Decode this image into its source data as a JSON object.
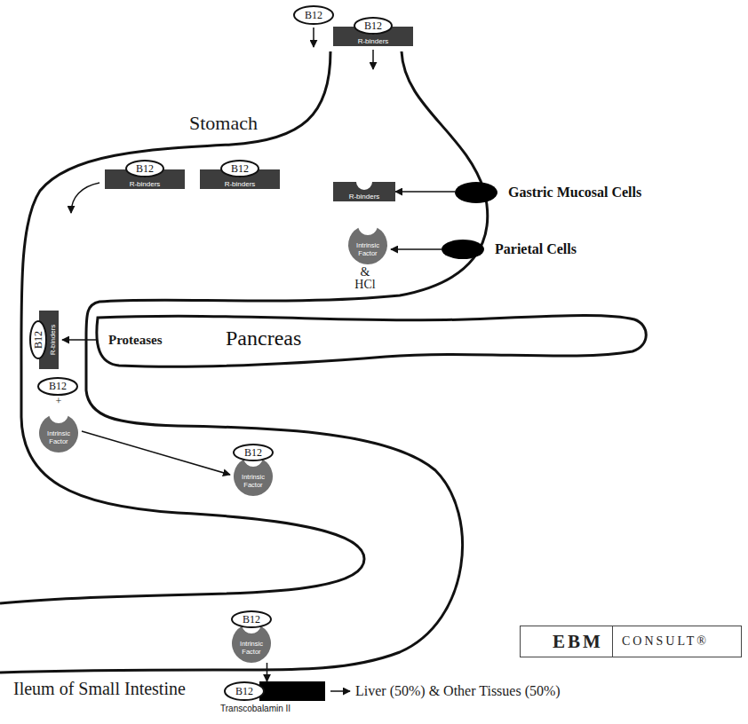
{
  "diagram": {
    "nodes": [
      {
        "text": [
          "B12"
        ]
      },
      {
        "text": [
          "B12"
        ]
      },
      {
        "text": [
          "R-binders"
        ]
      },
      {
        "text": [
          "B12"
        ]
      },
      {
        "text": [
          "R-binders"
        ]
      },
      {
        "text": [
          "B12"
        ]
      },
      {
        "text": [
          "R-binders"
        ]
      },
      {
        "text": [
          "R-binders"
        ]
      },
      {
        "text": [
          "Gastric Mucosal Cells"
        ]
      },
      {
        "text": [
          "Intrinsic Factor"
        ]
      },
      {
        "text": [
          "Parietal Cells"
        ]
      },
      {
        "text": [
          "Pancreas"
        ]
      },
      {
        "text": [
          "B12"
        ]
      },
      {
        "text": [
          "R-binders"
        ]
      },
      {
        "text": [
          "B12"
        ]
      },
      {
        "text": [
          "Intrinsic Factor"
        ]
      },
      {
        "text": [
          "B12"
        ]
      },
      {
        "text": [
          "Intrinsic Factor"
        ]
      },
      {
        "text": [
          "B12"
        ]
      },
      {
        "text": [
          "Intrinsic Factor"
        ]
      },
      {
        "text": [
          "B12"
        ]
      },
      {
        "text": [
          "Transcobalamin II"
        ]
      },
      {
        "text": [
          "EBM",
          "CONSULT®"
        ]
      }
    ],
    "edges": [
      {
        "from": 8,
        "to": 7,
        "arrow": "to"
      },
      {
        "from": 10,
        "to": 9,
        "arrow": "to"
      },
      {
        "from": 15,
        "to": 17,
        "arrow": "to"
      },
      {
        "from": 19,
        "to": 21,
        "arrow": "to"
      }
    ],
    "labels": [
      "Stomach",
      "& HCl",
      "Proteases",
      "+",
      "Ileum of Small Intestine",
      "Liver (50%) & Other Tissues (50%)"
    ]
  }
}
